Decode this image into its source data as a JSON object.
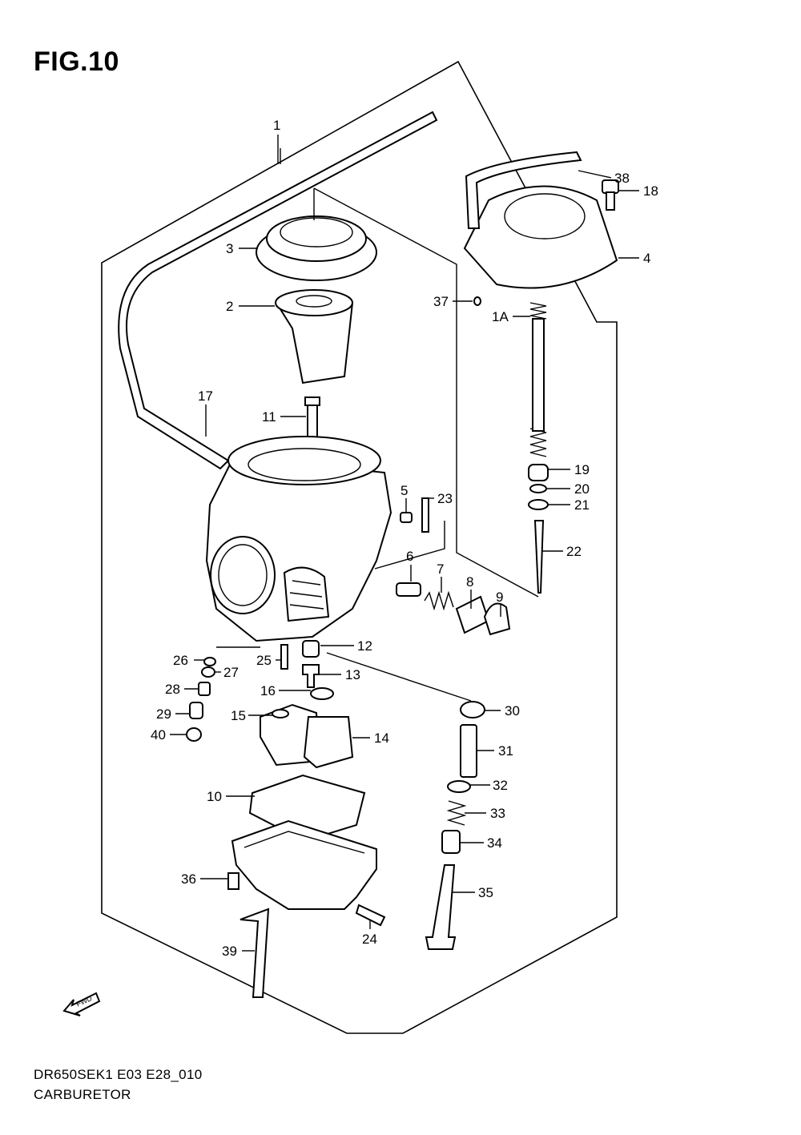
{
  "figure": {
    "title": "FIG.10"
  },
  "footer": {
    "model_code": "DR650SEK1 E03 E28_010",
    "section_name": "CARBURETOR"
  },
  "fwd_label": "FWD",
  "callouts": [
    {
      "id": "1",
      "label": "1"
    },
    {
      "id": "1A",
      "label": "1A"
    },
    {
      "id": "2",
      "label": "2"
    },
    {
      "id": "3",
      "label": "3"
    },
    {
      "id": "4",
      "label": "4"
    },
    {
      "id": "5",
      "label": "5"
    },
    {
      "id": "6",
      "label": "6"
    },
    {
      "id": "7",
      "label": "7"
    },
    {
      "id": "8",
      "label": "8"
    },
    {
      "id": "9",
      "label": "9"
    },
    {
      "id": "10",
      "label": "10"
    },
    {
      "id": "11",
      "label": "11"
    },
    {
      "id": "12",
      "label": "12"
    },
    {
      "id": "13",
      "label": "13"
    },
    {
      "id": "14",
      "label": "14"
    },
    {
      "id": "15",
      "label": "15"
    },
    {
      "id": "16",
      "label": "16"
    },
    {
      "id": "17",
      "label": "17"
    },
    {
      "id": "18",
      "label": "18"
    },
    {
      "id": "19",
      "label": "19"
    },
    {
      "id": "20",
      "label": "20"
    },
    {
      "id": "21",
      "label": "21"
    },
    {
      "id": "22",
      "label": "22"
    },
    {
      "id": "23",
      "label": "23"
    },
    {
      "id": "24",
      "label": "24"
    },
    {
      "id": "25",
      "label": "25"
    },
    {
      "id": "26",
      "label": "26"
    },
    {
      "id": "27",
      "label": "27"
    },
    {
      "id": "28",
      "label": "28"
    },
    {
      "id": "29",
      "label": "29"
    },
    {
      "id": "30",
      "label": "30"
    },
    {
      "id": "31",
      "label": "31"
    },
    {
      "id": "32",
      "label": "32"
    },
    {
      "id": "33",
      "label": "33"
    },
    {
      "id": "34",
      "label": "34"
    },
    {
      "id": "35",
      "label": "35"
    },
    {
      "id": "36",
      "label": "36"
    },
    {
      "id": "37",
      "label": "37"
    },
    {
      "id": "38",
      "label": "38"
    },
    {
      "id": "39",
      "label": "39"
    },
    {
      "id": "40",
      "label": "40"
    }
  ]
}
